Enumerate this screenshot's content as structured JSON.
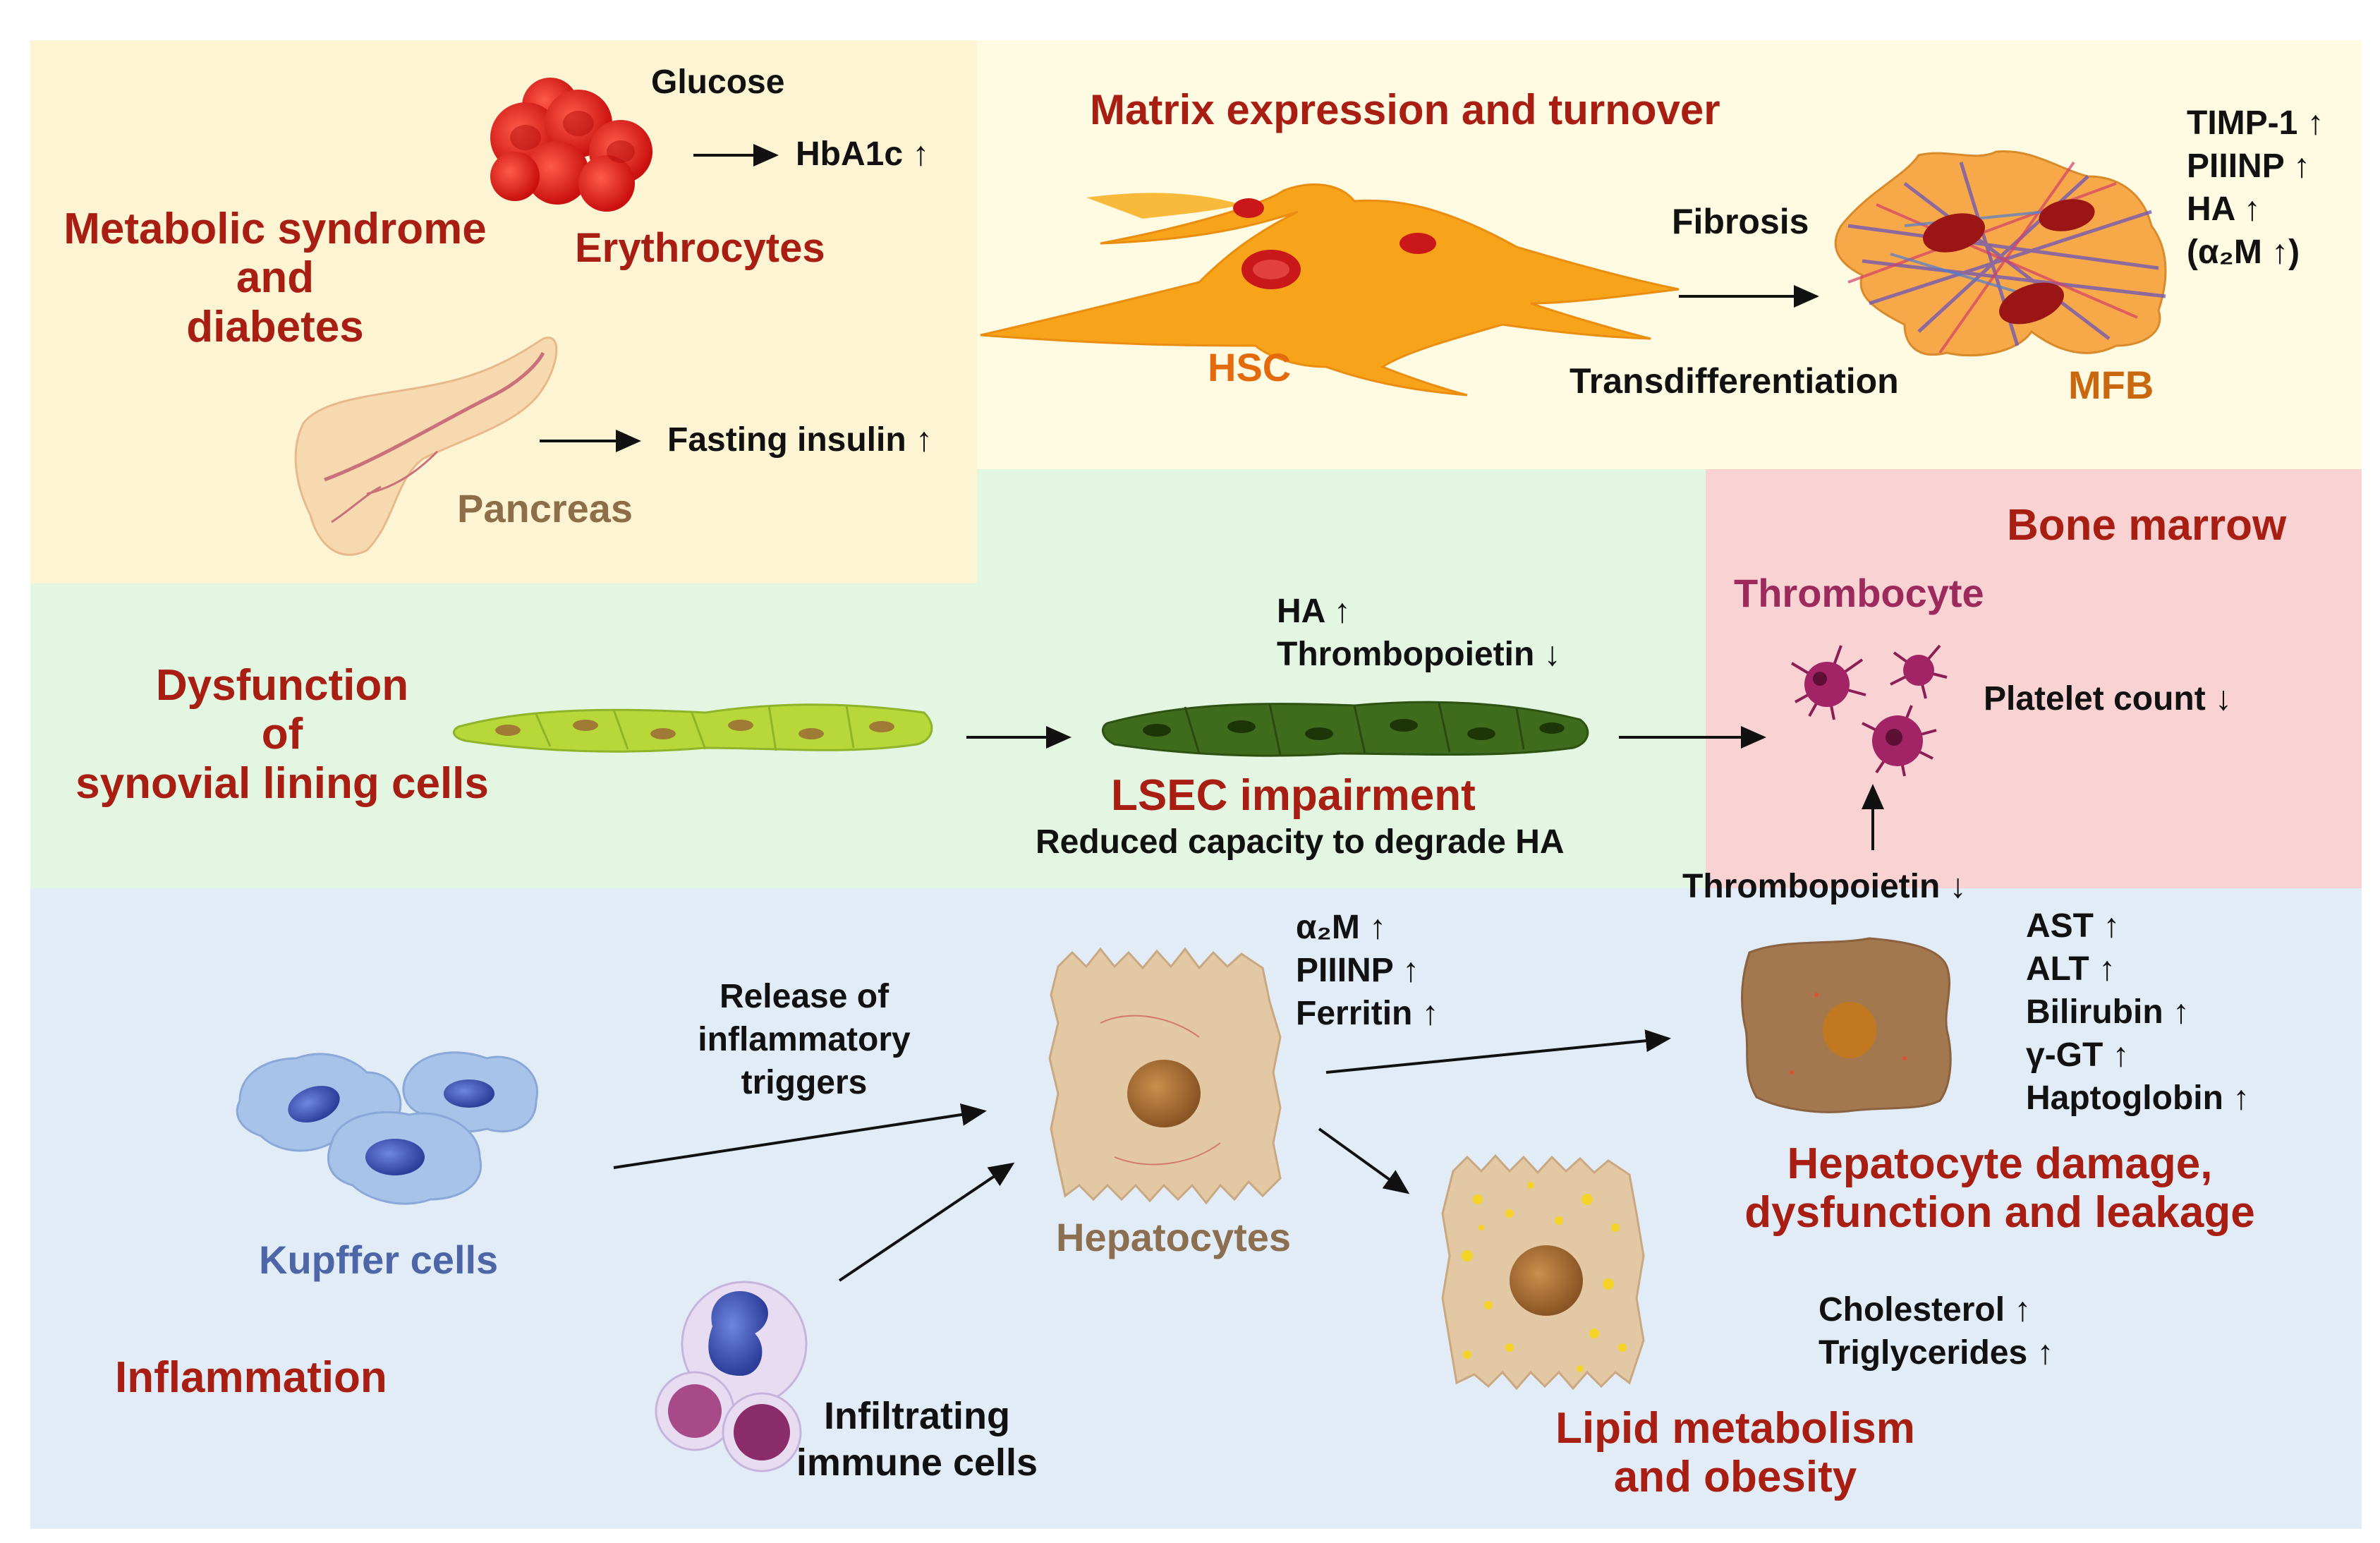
{
  "colors": {
    "panel_yellow": "#fdf4d4",
    "panel_cream": "#fefbe2",
    "panel_green": "#e2f6e1",
    "panel_pink": "#f9d3d3",
    "panel_blue": "#e1ecf6",
    "heading_red": "#a81e12",
    "hsc_orange": "#e36a0d",
    "mfb_orange": "#c9680f",
    "pancreas_brown": "#8e6d49",
    "thrombocyte_purple": "#9d2a5c",
    "kupffer_blue": "#4c66a8",
    "hepatocyte_brown": "#8c6e50"
  },
  "metabolic": {
    "title_line1": "Metabolic syndrome",
    "title_line2": "and",
    "title_line3": "diabetes",
    "glucose": "Glucose",
    "hba1c": "HbA1c ↑",
    "erythrocytes": "Erythrocytes",
    "fasting_insulin": "Fasting insulin ↑",
    "pancreas": "Pancreas"
  },
  "matrix": {
    "title": "Matrix expression and turnover",
    "hsc": "HSC",
    "fibrosis": "Fibrosis",
    "transdifferentiation": "Transdifferentiation",
    "mfb": "MFB",
    "markers": [
      "TIMP-1 ↑",
      "PIIINP ↑",
      "HA ↑",
      "(α₂M ↑)"
    ]
  },
  "synovial": {
    "title_line1": "Dysfunction",
    "title_line2": "of",
    "title_line3": "synovial lining cells",
    "markers": [
      "HA ↑",
      "Thrombopoietin ↓"
    ],
    "lsec": "LSEC impairment",
    "lsec_sub": "Reduced capacity to degrade HA"
  },
  "bone_marrow": {
    "title": "Bone marrow",
    "thrombocyte": "Thrombocyte",
    "platelet": "Platelet count ↓",
    "thrombopoietin": "Thrombopoietin ↓"
  },
  "inflammation": {
    "title": "Inflammation",
    "kupffer": "Kupffer cells",
    "release_line1": "Release of",
    "release_line2": "inflammatory",
    "release_line3": "triggers",
    "immune_line1": "Infiltrating",
    "immune_line2": "immune cells",
    "hepatocytes": "Hepatocytes",
    "hep_markers": [
      "α₂M ↑",
      "PIIINP ↑",
      "Ferritin ↑"
    ],
    "damage_markers": [
      "AST ↑",
      "ALT ↑",
      "Bilirubin ↑",
      "γ-GT ↑",
      "Haptoglobin ↑"
    ],
    "damage_line1": "Hepatocyte damage,",
    "damage_line2": "dysfunction and leakage",
    "lipid_markers": [
      "Cholesterol ↑",
      "Triglycerides ↑"
    ],
    "lipid_line1": "Lipid metabolism",
    "lipid_line2": "and obesity"
  }
}
